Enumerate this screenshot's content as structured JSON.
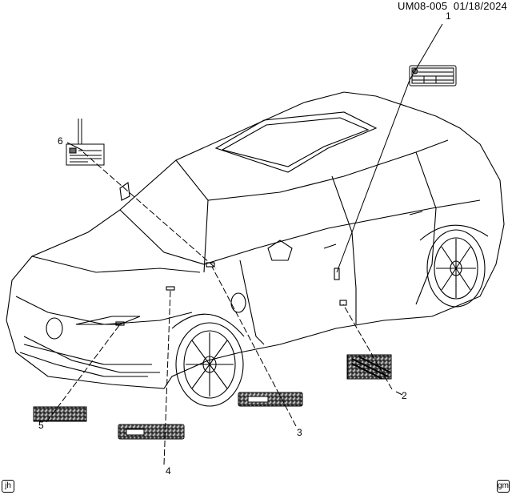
{
  "header": {
    "code": "UM08-005",
    "date": "01/18/2024"
  },
  "callouts": [
    "1",
    "2",
    "3",
    "4",
    "5",
    "6"
  ],
  "badges": {
    "left": "jh",
    "right": "gm"
  },
  "colors": {
    "line": "#000000",
    "background": "#ffffff"
  }
}
